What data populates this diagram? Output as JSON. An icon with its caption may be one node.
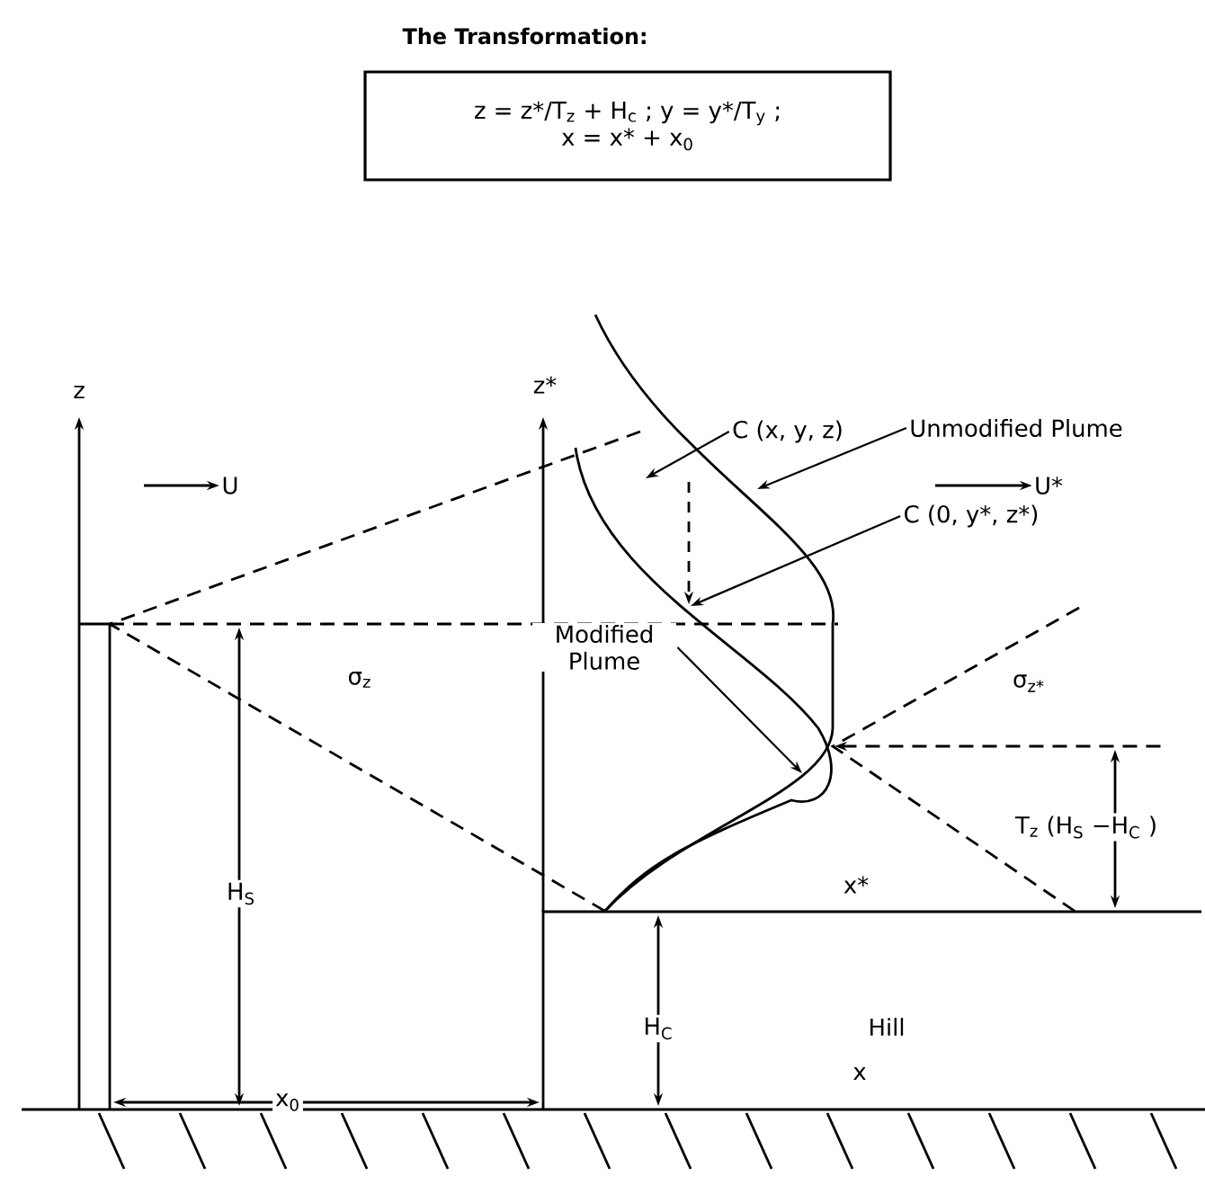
{
  "diagram": {
    "title": "The Transformation:",
    "nodes": [
      {
        "text": [
          "z = z*/T$_{z}$ + H$_{c}$ ;  y = y*/T$_{y}$ ;",
          "x = x* + x$_{0}$"
        ]
      },
      {
        "text": [
          "C (x, y, z)"
        ]
      },
      {
        "text": [
          "Unmodified Plume"
        ]
      },
      {
        "text": [
          "C (0, y*, z*)"
        ]
      },
      {
        "text": [
          "Modified Plume"
        ]
      }
    ],
    "edges": [
      {
        "from": 1,
        "to": null,
        "arrow": "to"
      },
      {
        "from": 2,
        "to": null,
        "arrow": "to"
      },
      {
        "from": 3,
        "to": null,
        "arrow": "to"
      },
      {
        "from": 4,
        "to": null,
        "arrow": "to"
      }
    ],
    "labels": [
      "z",
      "U",
      "z*",
      "U*",
      "σ$_{z}$",
      "H$_{S}$",
      "σ$_{z*}$",
      "T$_{z}$  (H$_{S}$ −H$_{C}$ )",
      "x*",
      "H$_{C}$",
      "Hill",
      "x$_{0}$",
      "x"
    ]
  }
}
